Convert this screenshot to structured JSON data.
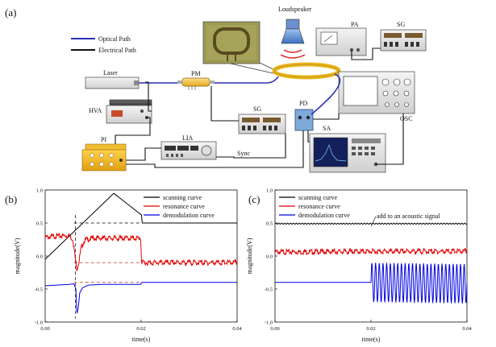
{
  "panels": {
    "a": "(a)",
    "b": "(b)",
    "c": "(c)"
  },
  "legend_a": {
    "optical": "Optical Path",
    "electrical": "Electrical Path"
  },
  "devices": {
    "laser": "Laser",
    "hva": "HVA",
    "pi": "PI",
    "lia": "LIA",
    "sync": "Sync",
    "pm": "PM",
    "sg_mid": "SG",
    "pd": "PD",
    "sa": "SA",
    "osc": "OSC",
    "loudspeaker": "Loudspeaker",
    "pa": "PA",
    "sg_top": "SG"
  },
  "colors": {
    "optical": "#2b2fb4",
    "electrical": "#111111",
    "black": "#000000",
    "red": "#e00000",
    "blue": "#0000e0",
    "fiber": "#e8b820"
  },
  "chart_data": [
    {
      "type": "line",
      "panel": "(b)",
      "xlabel": "time(s)",
      "ylabel": "magnitude(V)",
      "xlim": [
        0.0,
        0.04
      ],
      "ylim": [
        -1.0,
        1.0
      ],
      "xticks": [
        "0.00",
        "0.02",
        "0.04"
      ],
      "yticks": [
        "1.0",
        "0.5",
        "0.0",
        "-0.5",
        "-1.0"
      ],
      "legend": [
        "scanning curve",
        "resonance curve",
        "demodulation curve"
      ],
      "series": [
        {
          "name": "scanning curve",
          "color": "#000000",
          "x": [
            0.0,
            0.0143,
            0.0201,
            0.0202,
            0.04
          ],
          "y": [
            -0.05,
            0.95,
            0.62,
            0.5,
            0.5
          ]
        },
        {
          "name": "resonance curve",
          "color": "#e00000",
          "x": [
            0.0,
            0.002,
            0.005,
            0.0058,
            0.0062,
            0.0066,
            0.007,
            0.0075,
            0.0082,
            0.01,
            0.0199,
            0.0201,
            0.04
          ],
          "y": [
            0.28,
            0.3,
            0.31,
            0.25,
            0.0,
            -0.2,
            -0.1,
            0.12,
            0.24,
            0.27,
            0.27,
            -0.1,
            -0.1
          ]
        },
        {
          "name": "demodulation curve",
          "color": "#0000e0",
          "x": [
            0.0,
            0.005,
            0.006,
            0.0064,
            0.0066,
            0.0069,
            0.0072,
            0.0078,
            0.009,
            0.012,
            0.0199,
            0.0201,
            0.04
          ],
          "y": [
            -0.45,
            -0.43,
            -0.42,
            -0.5,
            -0.88,
            -0.78,
            -0.56,
            -0.48,
            -0.44,
            -0.43,
            -0.43,
            -0.4,
            -0.4
          ]
        }
      ],
      "reference_lines": [
        0.5,
        -0.1,
        -0.4
      ]
    },
    {
      "type": "line",
      "panel": "(c)",
      "xlabel": "time(s)",
      "ylabel": "magnitude(V)",
      "xlim": [
        0.0,
        0.04
      ],
      "ylim": [
        -1.0,
        1.0
      ],
      "xticks": [
        "0.00",
        "0.02",
        "0.04"
      ],
      "yticks": [
        "1.0",
        "0.5",
        "0.0",
        "-0.5",
        "-1.0"
      ],
      "legend": [
        "scanning curve",
        "resonance curve",
        "demodulation curve"
      ],
      "annotation": "add to an acoustic signal",
      "series": [
        {
          "name": "scanning curve",
          "color": "#000000",
          "x": [
            0.0,
            0.04
          ],
          "y": [
            0.49,
            0.49
          ]
        },
        {
          "name": "resonance curve",
          "color": "#e00000",
          "x": [
            0.0,
            0.02,
            0.04
          ],
          "y": [
            0.06,
            0.07,
            0.07
          ]
        },
        {
          "name": "demodulation curve",
          "color": "#0000e0",
          "x": [
            0.0,
            0.02,
            0.04
          ],
          "y": [
            -0.4,
            -0.4,
            -0.42
          ],
          "oscillation": {
            "start": 0.02,
            "amplitude": 0.3,
            "cycles": 26
          }
        }
      ]
    }
  ]
}
